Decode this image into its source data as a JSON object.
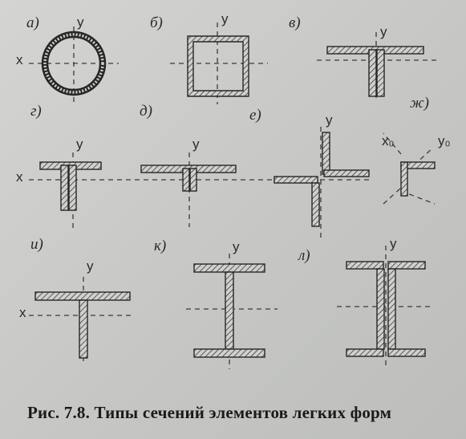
{
  "figure": {
    "caption": "Рис. 7.8. Типы сечений элементов легких форм",
    "axis_x": "x",
    "axis_y": "y",
    "axis_x0": "x₀",
    "axis_y0": "y₀",
    "sections": [
      {
        "label": "а)"
      },
      {
        "label": "б)"
      },
      {
        "label": "в)"
      },
      {
        "label": "г)"
      },
      {
        "label": "д)"
      },
      {
        "label": "е)"
      },
      {
        "label": "ж)"
      },
      {
        "label": "и)"
      },
      {
        "label": "к)"
      },
      {
        "label": "л)"
      }
    ]
  },
  "colors": {
    "ink": "#2a2a2a",
    "hatch": "#3a3a3a",
    "paper": "#c9cac9"
  }
}
